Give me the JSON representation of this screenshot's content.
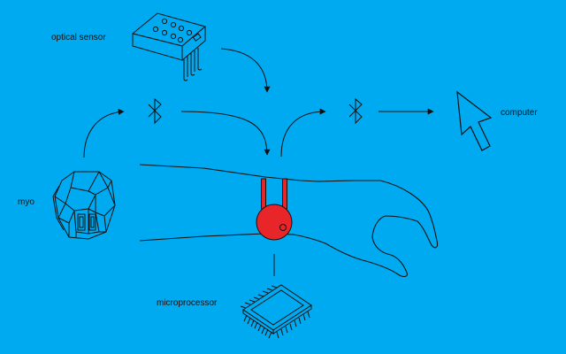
{
  "labels": {
    "optical_sensor": "optical sensor",
    "myo": "myo",
    "microprocessor": "microprocessor",
    "computer": "computer"
  },
  "icons": [
    "optical-sensor-icon",
    "bluetooth-icon",
    "myo-armband-icon",
    "microprocessor-chip-icon",
    "cursor-icon",
    "wrist-device-icon"
  ],
  "colors": {
    "background": "#00aaf0",
    "line": "#111111",
    "device": "#e8262a"
  }
}
